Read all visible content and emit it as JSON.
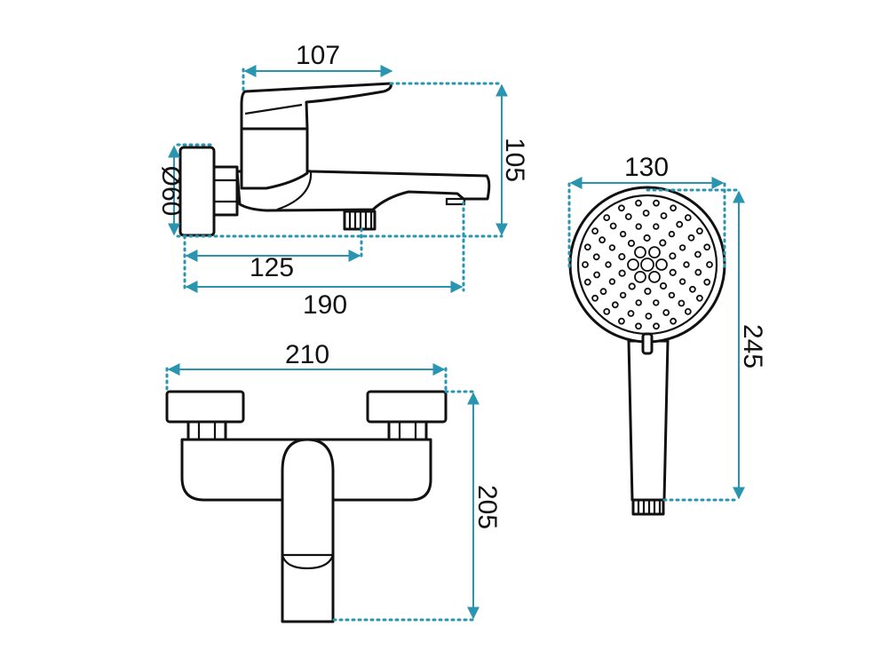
{
  "colors": {
    "outline": "#111111",
    "dimension": "#2a95b0",
    "background": "#ffffff"
  },
  "dimensions": {
    "spout_lever_width": "107",
    "spout_height": "105",
    "flange_diameter": "Ø60",
    "outlet_offset": "125",
    "spout_length": "190",
    "shower_head_diameter": "130",
    "hand_shower_length": "245",
    "mixer_width": "210",
    "mixer_height": "205"
  }
}
